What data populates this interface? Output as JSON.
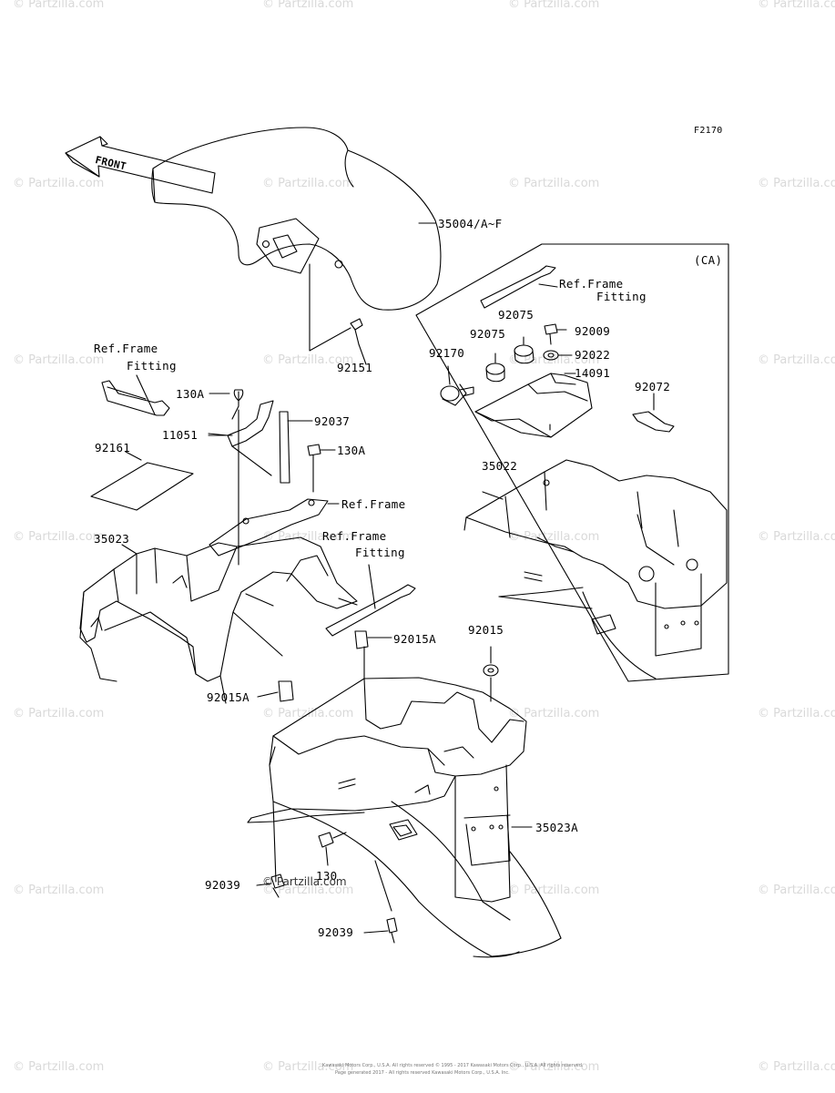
{
  "diagram": {
    "code": "F2170",
    "front_label": "FRONT",
    "region_label": "(CA)"
  },
  "parts": {
    "p35004": "35004/A~F",
    "p92151": "92151",
    "p130A_1": "130A",
    "p130A_2": "130A",
    "p11051": "11051",
    "p92037": "92037",
    "p92161": "92161",
    "p35023": "35023",
    "p92015A_1": "92015A",
    "p92015A_2": "92015A",
    "p92015": "92015",
    "p35023A": "35023A",
    "p130": "130",
    "p92039_1": "92039",
    "p92039_2": "92039",
    "p92075_1": "92075",
    "p92075_2": "92075",
    "p92009": "92009",
    "p92022": "92022",
    "p14091": "14091",
    "p92170": "92170",
    "p92072": "92072",
    "p35022": "35022"
  },
  "refs": {
    "ref_frame_fitting_left_1": "Ref.Frame",
    "ref_frame_fitting_left_2": "Fitting",
    "ref_frame": "Ref.Frame",
    "ref_frame_fitting_mid_1": "Ref.Frame",
    "ref_frame_fitting_mid_2": "Fitting",
    "ref_frame_fitting_ca_1": "Ref.Frame",
    "ref_frame_fitting_ca_2": "Fitting"
  },
  "watermark": {
    "text": "© Partzilla.com",
    "foreground_text": "© Partzilla.com"
  },
  "footer": {
    "line1": "Kawasaki Motors Corp., U.S.A. All rights reserved © 1995 - 2017 Kawasaki Motors Corp., U.S.A. All rights reserved.",
    "line2": "Page generated 2017 - All rights reserved Kawasaki Motors Corp., U.S.A. Inc."
  }
}
